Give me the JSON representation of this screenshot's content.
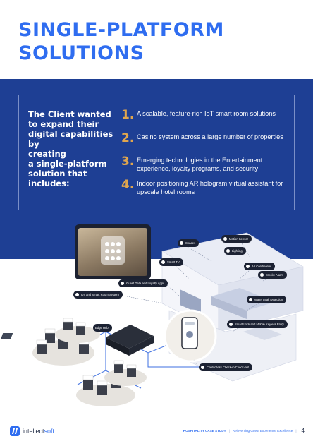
{
  "title": {
    "line1": "SINGLE-PLATFORM",
    "line2": "SOLUTIONS"
  },
  "intro": {
    "line1": "The Client wanted",
    "line2": "to expand their",
    "line3": "digital capabilities by",
    "line4": "creating",
    "line5": "a single-platform",
    "line6": "solution that",
    "line7": "includes:"
  },
  "points": [
    {
      "num": "1.",
      "text": "A scalable, feature-rich IoT smart room solutions"
    },
    {
      "num": "2.",
      "text": "Casino system across a large number of properties"
    },
    {
      "num": "3.",
      "text": "Emerging technologies in the Entertainment experience, loyalty programs, and security"
    },
    {
      "num": "4.",
      "text": "Indoor positioning AR hologram virtual assistant for upscale hotel rooms"
    }
  ],
  "tags": {
    "shades": "Shades",
    "motion_sensor": "Motion Sensor",
    "lighting": "Lighting",
    "smart_tv": "Smart TV",
    "air_conditioner": "Air Conditioner",
    "smoke_alarm": "Smoke Alarm",
    "guest_data": "Guest Data and Loyalty Apps",
    "iot_system": "IoT and Smart Room System",
    "water_leak": "Water Leak Detection",
    "smart_lock": "Smart Lock and Mobile Keyless Entry",
    "edge_hub": "Edge Hub",
    "contactless": "Contactless Check-in/Check-out"
  },
  "footer": {
    "brand_a": "intellect",
    "brand_b": "soft",
    "case_study": "HOSPITALITY CASE STUDY",
    "separator": "|",
    "subtitle": "Reinventing Guest Experience Excellence",
    "page": "4"
  },
  "colors": {
    "accent": "#2f6df0",
    "band": "#1e3f94",
    "number": "#e0a64e"
  }
}
